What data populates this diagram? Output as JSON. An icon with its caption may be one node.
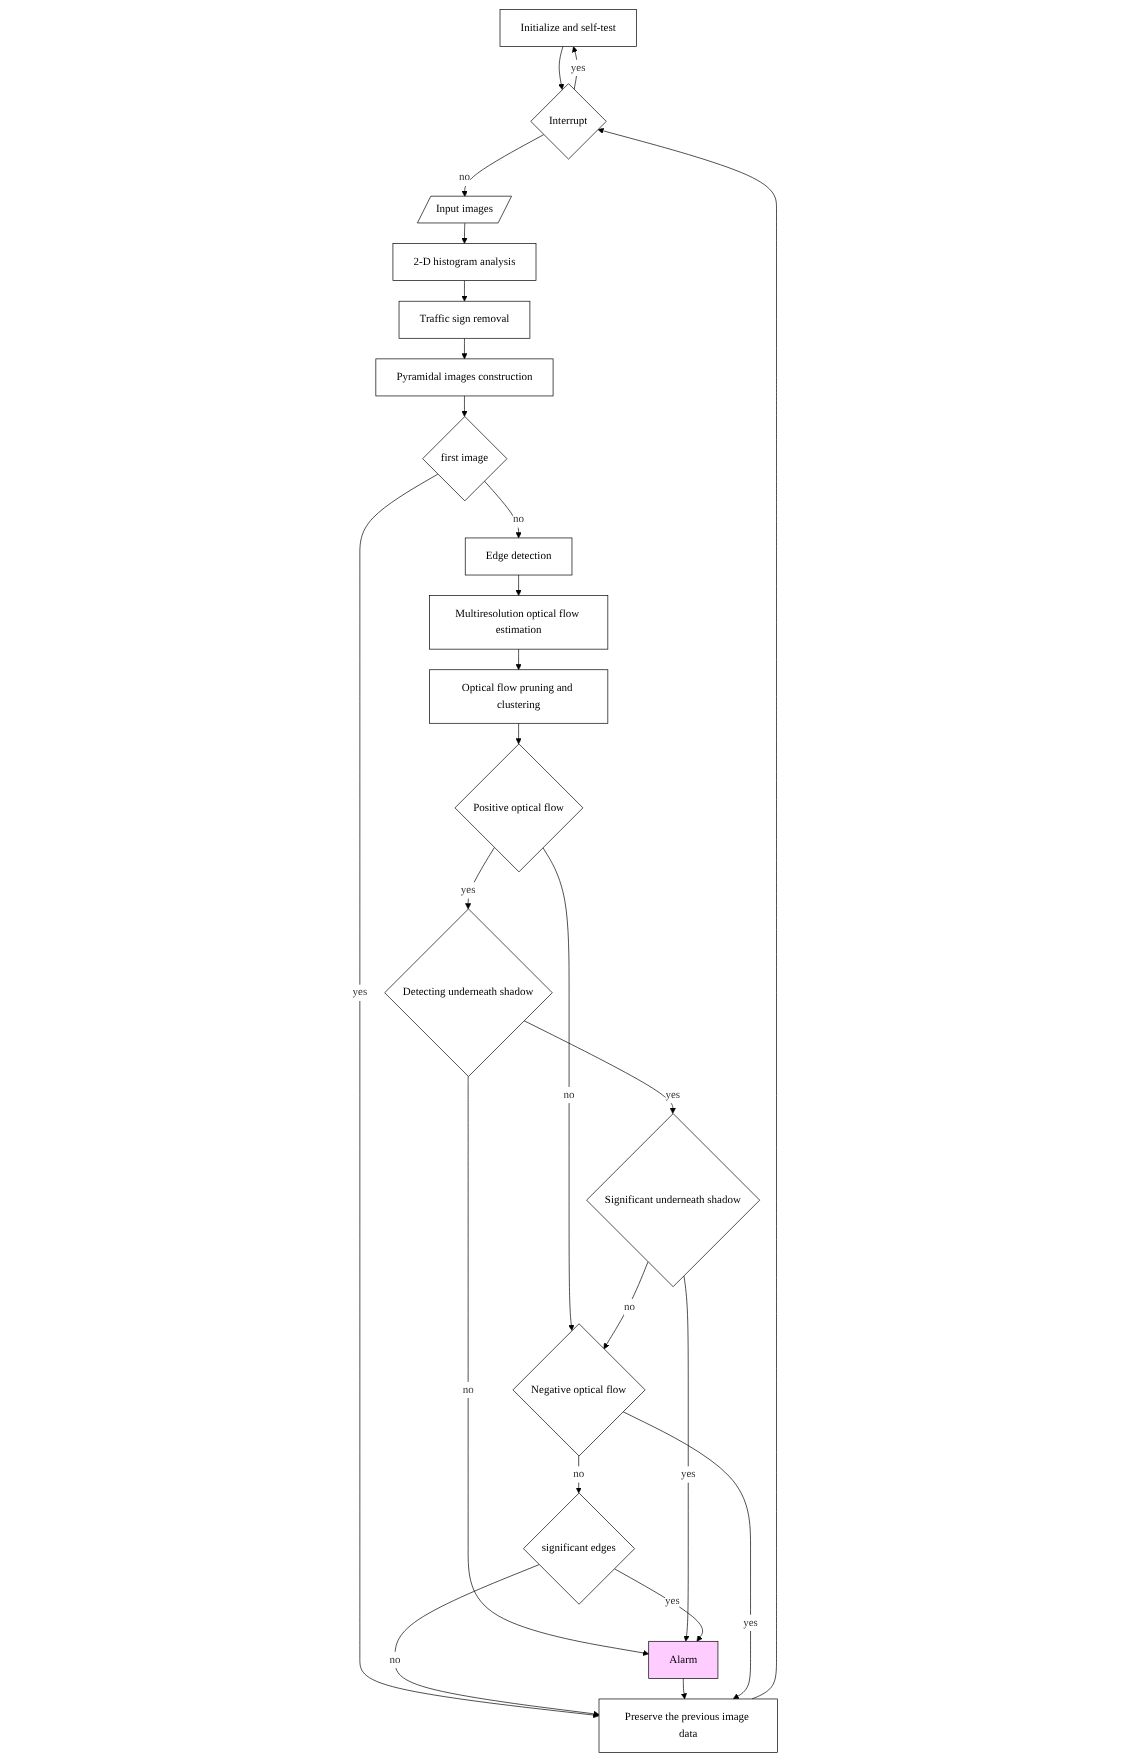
{
  "diagram": {
    "nodes": [
      {
        "text": [
          "Initialize and self-test"
        ]
      },
      {
        "text": [
          "Preserve the previous image data"
        ]
      },
      {
        "text": [
          "Interrupt"
        ]
      },
      {
        "text": [
          "Input images"
        ]
      },
      {
        "text": [
          "2-D histogram analysis"
        ]
      },
      {
        "text": [
          "Traffic sign removal"
        ]
      },
      {
        "text": [
          "Pyramidal images construction"
        ]
      },
      {
        "text": [
          "first image"
        ]
      },
      {
        "text": [
          "Edge detection"
        ]
      },
      {
        "text": [
          "Multiresolution optical flow estimation"
        ]
      },
      {
        "text": [
          "Optical flow pruning and clustering"
        ]
      },
      {
        "text": [
          "Positive optical flow"
        ]
      },
      {
        "text": [
          "Detecting underneath shadow"
        ]
      },
      {
        "text": [
          "Alarm"
        ]
      },
      {
        "text": [
          "Significant underneath shadow"
        ]
      },
      {
        "text": [
          "significant edges"
        ]
      },
      {
        "text": [
          "Negative optical flow"
        ]
      }
    ],
    "edges": [
      {
        "from": 0,
        "to": 2,
        "arrow": "to"
      },
      {
        "from": 1,
        "to": 2,
        "arrow": "to"
      },
      {
        "from": 2,
        "to": 0,
        "arrow": "to",
        "label": "yes"
      },
      {
        "from": 2,
        "to": 3,
        "arrow": "to",
        "label": "no"
      },
      {
        "from": 3,
        "to": 4,
        "arrow": "to"
      },
      {
        "from": 4,
        "to": 5,
        "arrow": "to"
      },
      {
        "from": 5,
        "to": 6,
        "arrow": "to"
      },
      {
        "from": 6,
        "to": 7,
        "arrow": "to"
      },
      {
        "from": 7,
        "to": 1,
        "arrow": "to",
        "label": "yes"
      },
      {
        "from": 7,
        "to": 8,
        "arrow": "to",
        "label": "no"
      },
      {
        "from": 8,
        "to": 9,
        "arrow": "to"
      },
      {
        "from": 9,
        "to": 10,
        "arrow": "to"
      },
      {
        "from": 10,
        "to": 11,
        "arrow": "to"
      },
      {
        "from": 11,
        "to": 16,
        "arrow": "to",
        "label": "no"
      },
      {
        "from": 11,
        "to": 12,
        "arrow": "to",
        "label": "yes"
      },
      {
        "from": 12,
        "to": 13,
        "arrow": "to",
        "label": "no"
      },
      {
        "from": 12,
        "to": 14,
        "arrow": "to",
        "label": "yes"
      },
      {
        "from": 14,
        "to": 13,
        "arrow": "to",
        "label": "yes"
      },
      {
        "from": 14,
        "to": 16,
        "arrow": "to",
        "label": "no"
      },
      {
        "from": 16,
        "to": 15,
        "arrow": "to",
        "label": "no"
      },
      {
        "from": 15,
        "to": 13,
        "arrow": "to",
        "label": "yes"
      },
      {
        "from": 15,
        "to": 1,
        "arrow": "to",
        "label": "no"
      },
      {
        "from": 13,
        "to": 1,
        "arrow": "to"
      },
      {
        "from": 16,
        "to": 1,
        "arrow": "to",
        "label": "yes"
      }
    ]
  }
}
